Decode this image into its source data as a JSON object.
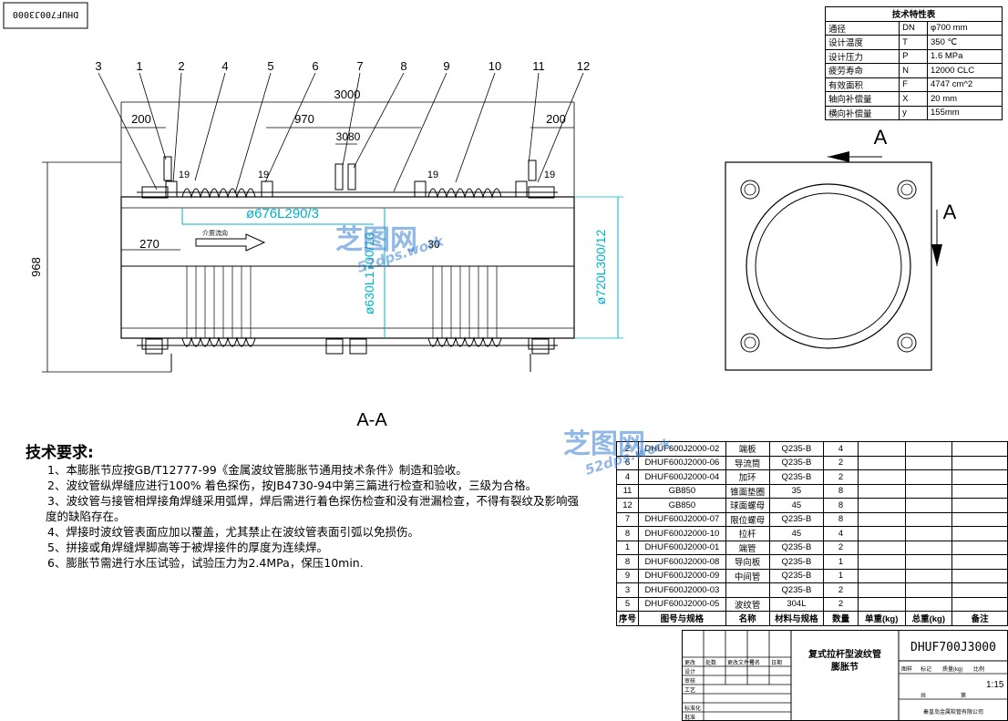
{
  "drawing_id_box": "DHUF700J3000",
  "part_balloons": [
    "3",
    "1",
    "2",
    "4",
    "5",
    "6",
    "7",
    "8",
    "9",
    "10",
    "11",
    "12"
  ],
  "dims": {
    "overall": "3000",
    "left_200": "200",
    "mid_970": "970",
    "right_200": "200",
    "d_30_80": "3080",
    "weld_19": "19",
    "bore_dim": "ø676L290/3",
    "d_270": "270",
    "d_30": "30",
    "height_968": "968",
    "ir_dim": "ø630L1700/10",
    "or_dim": "ø720L300/12",
    "flow_label": "介质流向"
  },
  "section_label": "A-A",
  "side_view": {
    "cut_label_top": "A",
    "cut_label_side": "A"
  },
  "spec_table": {
    "title": "技术特性表",
    "rows": [
      [
        "通径",
        "DN",
        "φ700 mm"
      ],
      [
        "设计温度",
        "T",
        "350 ℃"
      ],
      [
        "设计压力",
        "P",
        "1.6 MPa"
      ],
      [
        "疲劳寿命",
        "N",
        "12000 CLC"
      ],
      [
        "有效面积",
        "F",
        "4747 cm^2"
      ],
      [
        "轴向补偿量",
        "X",
        "20 mm"
      ],
      [
        "横向补偿量",
        "y",
        "155mm"
      ]
    ]
  },
  "requirements": {
    "title": "技术要求:",
    "lines": [
      "1、本膨胀节应按GB/T12777-99《金属波纹管膨胀节通用技术条件》制造和验收。",
      "2、波纹管纵焊缝应进行100% 着色探伤，按JB4730-94中第三篇进行检查和验收，三级为合格。",
      "3、波纹管与接管相焊接角焊缝采用弧焊，焊后需进行着色探伤检查和没有泄漏检查，不得有裂纹及影响强",
      "度的缺陷存在。",
      "4、焊接时波纹管表面应加以覆盖，尤其禁止在波纹管表面引弧以免损伤。",
      "5、拼接或角焊缝焊脚高等于被焊接件的厚度为连续焊。",
      "6、膨胀节需进行水压试验，试验压力为2.4MPa，保压10min."
    ]
  },
  "bom": {
    "rows": [
      [
        "2",
        "DHUF600J2000-02",
        "端板",
        "Q235-B",
        "4",
        "",
        "",
        ""
      ],
      [
        "6",
        "DHUF600J2000-06",
        "导流筒",
        "Q235-B",
        "2",
        "",
        "",
        ""
      ],
      [
        "4",
        "DHUF600J2000-04",
        "加环",
        "Q235-B",
        "2",
        "",
        "",
        ""
      ],
      [
        "11",
        "GB850",
        "锥面垫圈",
        "35",
        "8",
        "",
        "",
        ""
      ],
      [
        "12",
        "GB850",
        "球面螺母",
        "45",
        "8",
        "",
        "",
        ""
      ],
      [
        "7",
        "DHUF600J2000-07",
        "限位螺母",
        "Q235-B",
        "8",
        "",
        "",
        ""
      ],
      [
        "8",
        "DHUF600J2000-10",
        "拉杆",
        "45",
        "4",
        "",
        "",
        ""
      ],
      [
        "1",
        "DHUF600J2000-01",
        "端管",
        "Q235-B",
        "2",
        "",
        "",
        ""
      ],
      [
        "8",
        "DHUF600J2000-08",
        "导向板",
        "Q235-B",
        "1",
        "",
        "",
        ""
      ],
      [
        "9",
        "DHUF600J2000-09",
        "中间管",
        "Q235-B",
        "1",
        "",
        "",
        ""
      ],
      [
        "3",
        "DHUF600J2000-03",
        "",
        "Q235-B",
        "2",
        "",
        "",
        ""
      ],
      [
        "5",
        "DHUF600J2000-05",
        "波纹管",
        "304L",
        "2",
        "",
        "",
        ""
      ]
    ],
    "header": [
      "序号",
      "图号与规格",
      "名称",
      "材料与规格",
      "数量",
      "单重(kg)",
      "总重(kg)",
      "备注"
    ]
  },
  "title_block": {
    "product": "复式拉杆型波纹管",
    "product2": "膨胀节",
    "drawing_no": "DHUF700J3000",
    "scale": "1:15",
    "company": "秦皇岛金属软管有限公司",
    "rev_labels": [
      "更改",
      "处数",
      "更改文件号",
      "签名",
      "日期"
    ],
    "sign_labels": [
      "设计",
      "审核",
      "工艺",
      "标准化",
      "批准"
    ],
    "meta_labels": [
      "图样",
      "标记",
      "质量(kg)",
      "比例",
      "共",
      "第"
    ]
  },
  "watermark": {
    "brand": "芝图网",
    "url": "52dps.work"
  }
}
